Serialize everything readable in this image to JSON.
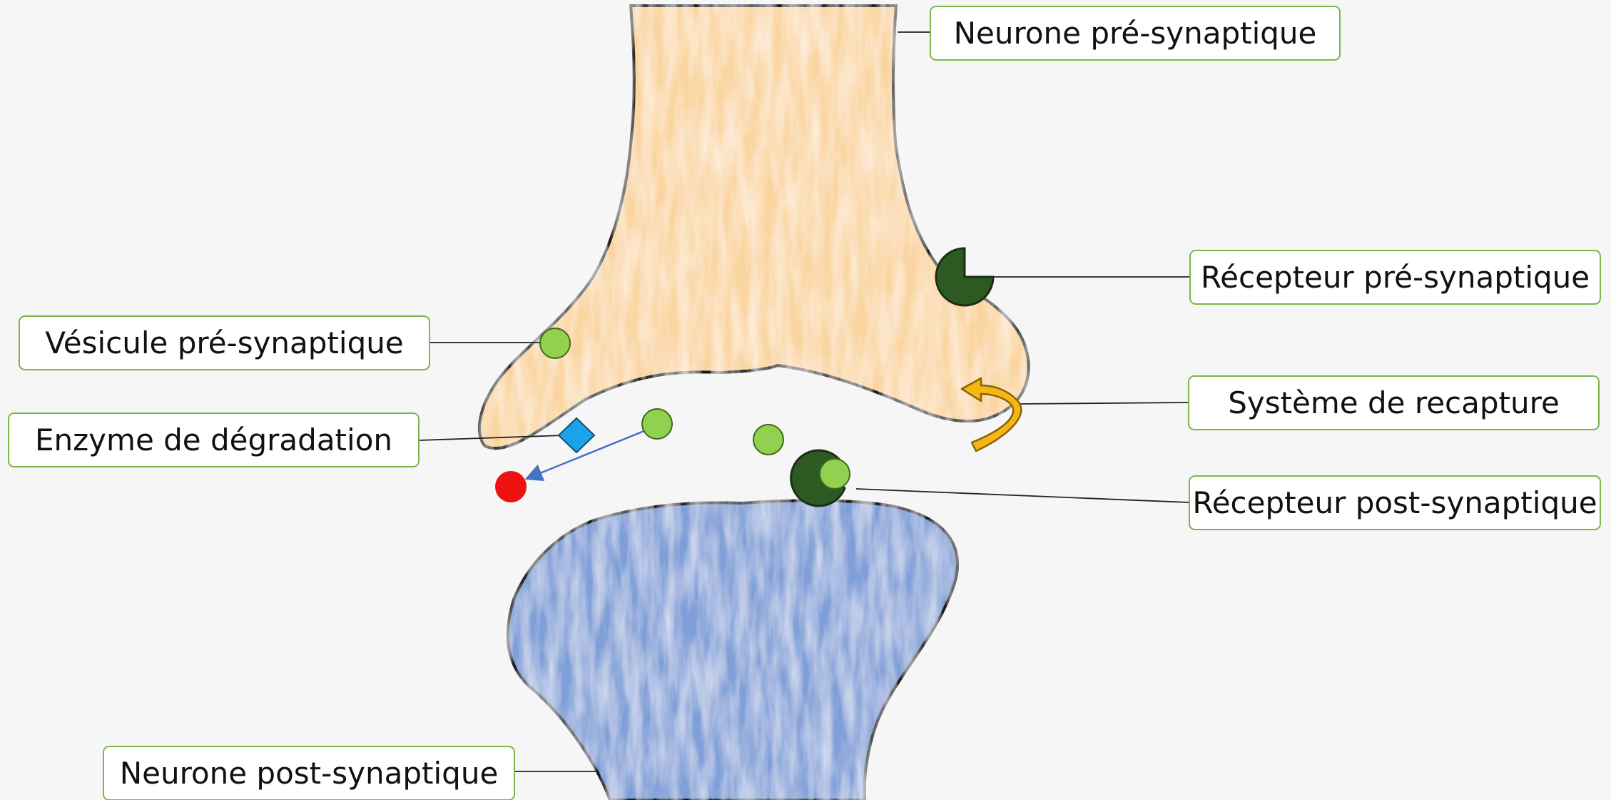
{
  "labels": {
    "pre_neuron": "Neurone pré-synaptique",
    "pre_receptor": "Récepteur pré-synaptique",
    "vesicle": "Vésicule pré-synaptique",
    "reuptake": "Système de recapture",
    "enzyme": "Enzyme de dégradation",
    "post_receptor": "Récepteur post-synaptique",
    "post_neuron": "Neurone post-synaptique"
  },
  "colors": {
    "background": "#f6f6f6",
    "pre_neuron_fill": "#fbd5a0",
    "post_neuron_fill": "#7f9fd8",
    "outline": "#1a1a1a",
    "neurotransmitter": "#92d050",
    "receptor": "#2d5a22",
    "enzyme": "#1aa3e8",
    "degraded_molecule": "#ee1111",
    "reuptake_arrow": "#f5b616",
    "label_border": "#7ab648",
    "leader_line": "#222222",
    "degradation_arrow": "#4472c4"
  },
  "icons": {
    "pre_receptor": "pacman-receptor-icon",
    "post_receptor": "pacman-receptor-icon",
    "enzyme": "diamond-enzyme-icon",
    "reuptake": "curved-arrow-icon",
    "degraded": "red-dot-icon",
    "neurotransmitter": "green-dot-icon"
  }
}
